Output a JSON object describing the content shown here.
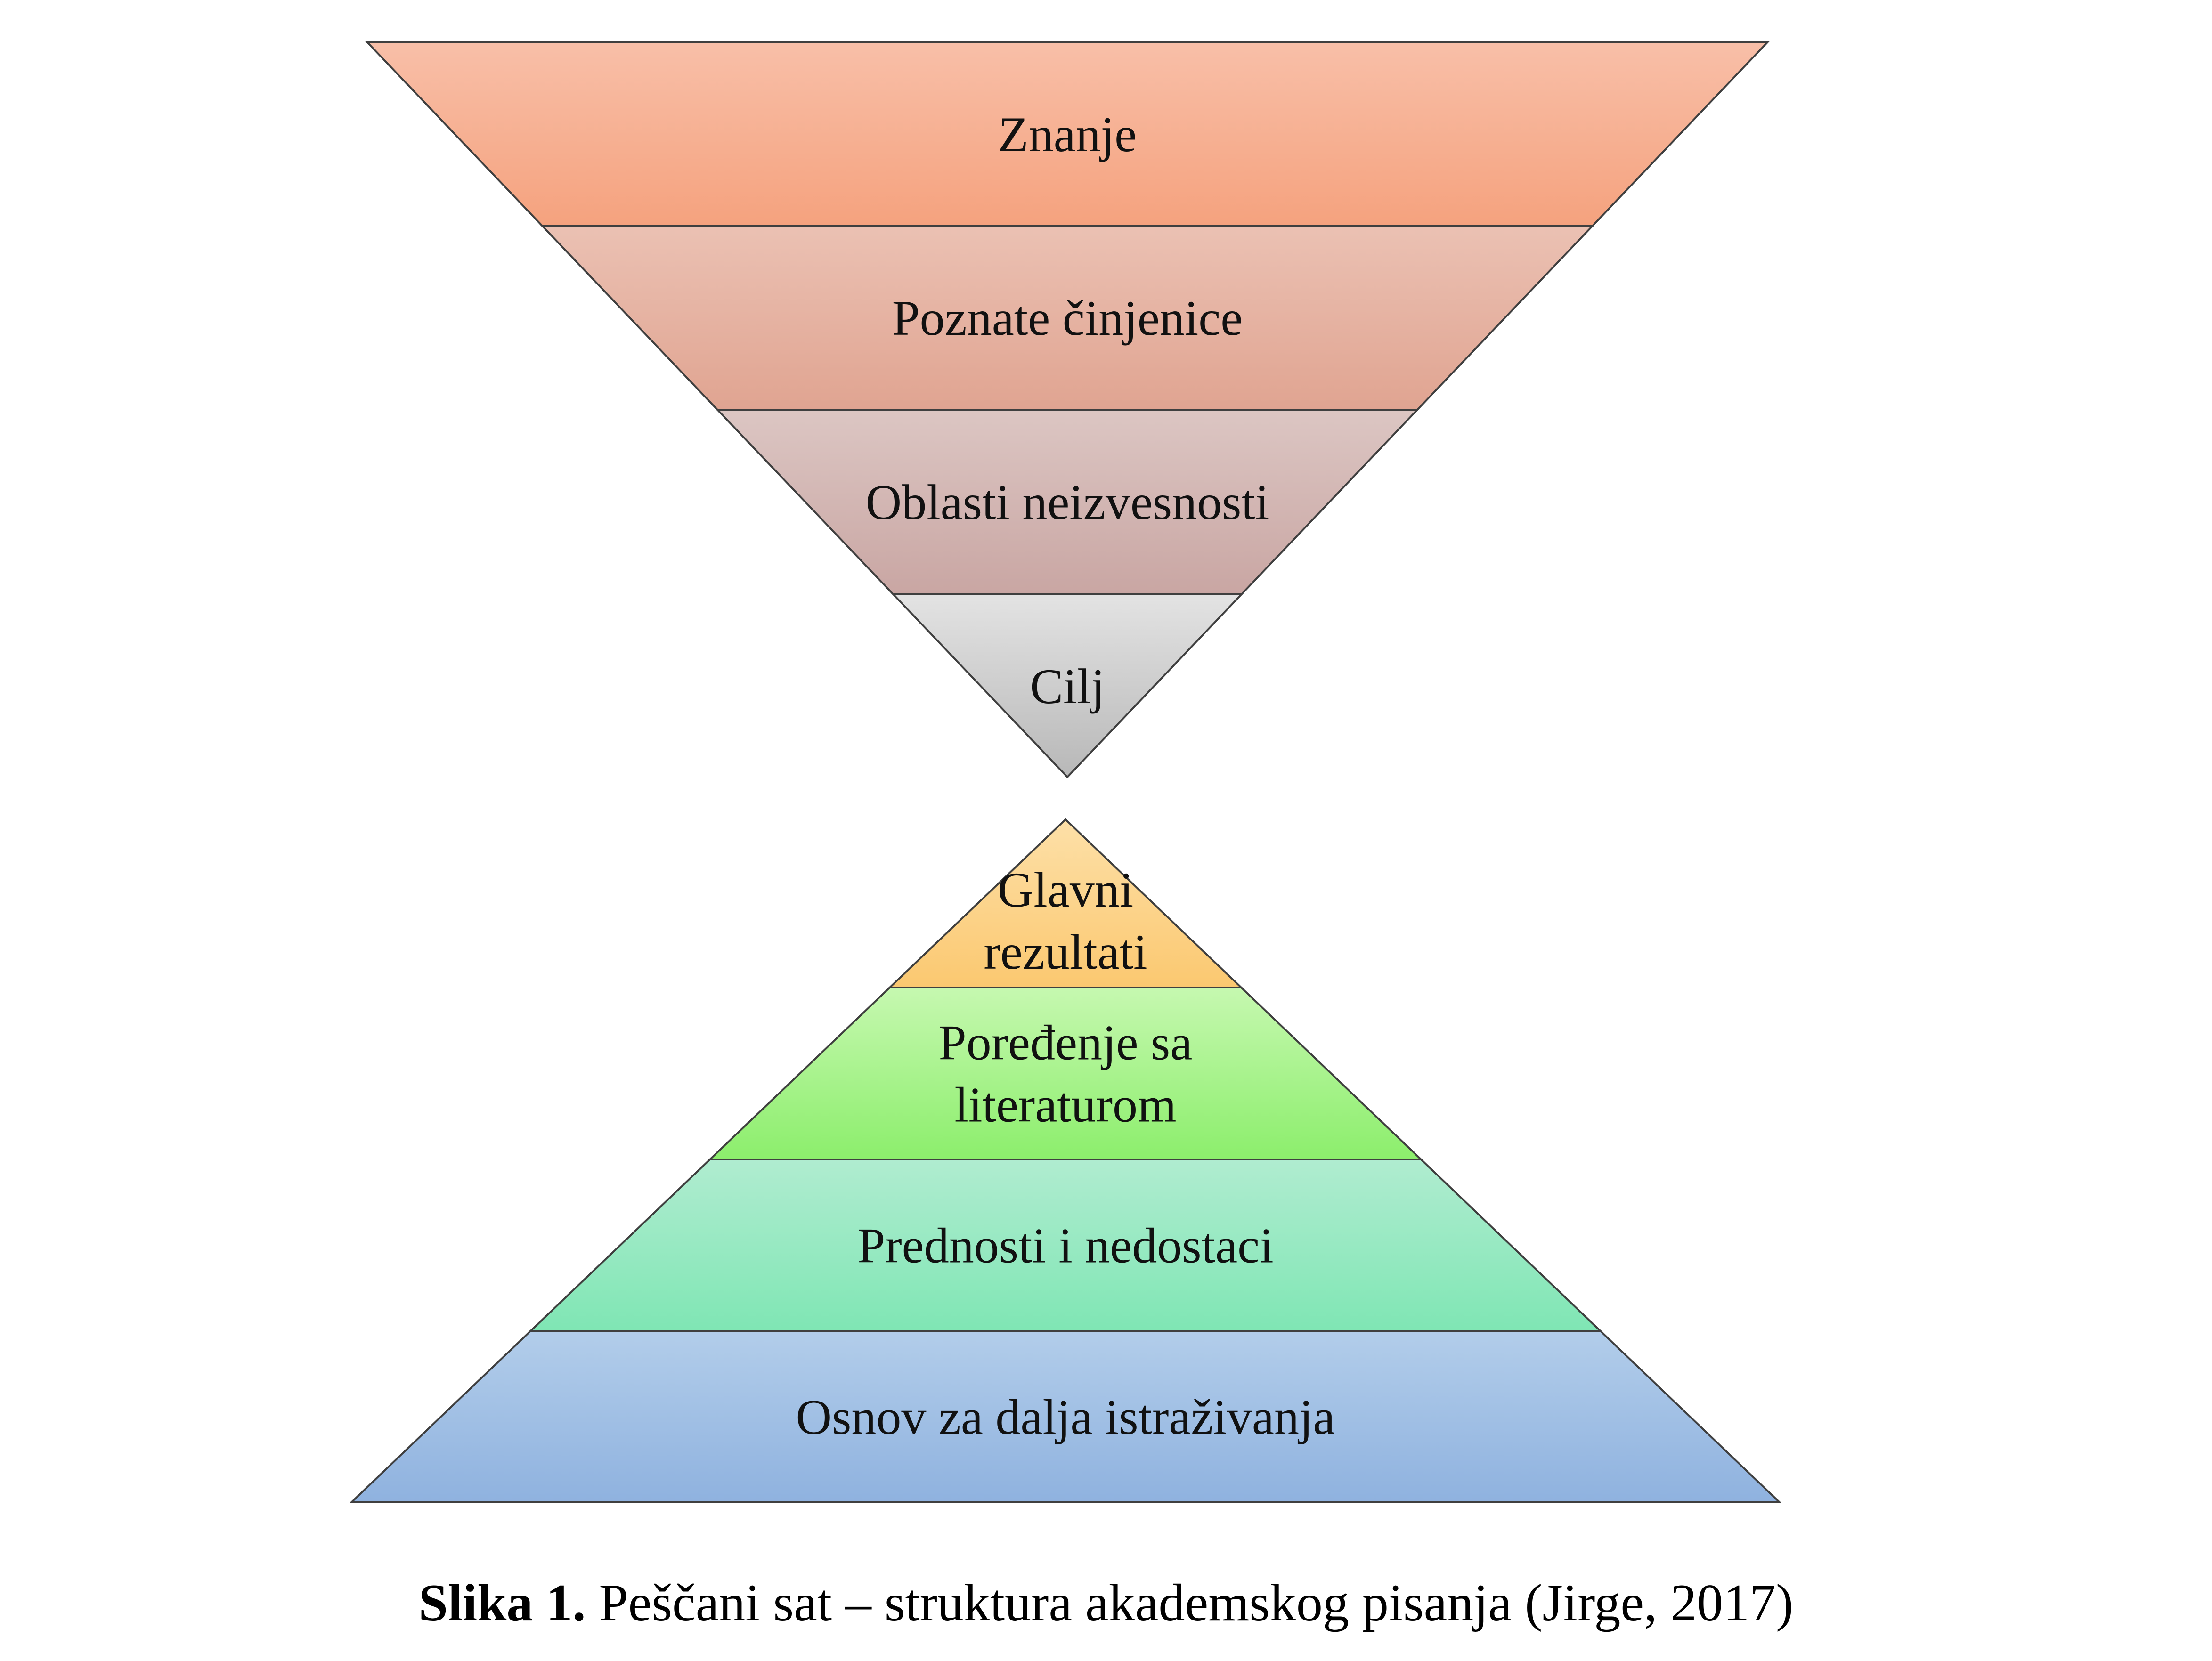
{
  "top_funnel": {
    "layers": [
      {
        "label": "Znanje",
        "lines": [
          "Znanje"
        ],
        "color_top": "#f8bfa8",
        "color_bottom": "#f5a27e"
      },
      {
        "label": "Poznate činjenice",
        "lines": [
          "Poznate činjenice"
        ],
        "color_top": "#ebc1b3",
        "color_bottom": "#e0a491"
      },
      {
        "label": "Oblasti neizvesnosti",
        "lines": [
          "Oblasti neizvesnosti"
        ],
        "color_top": "#dcc6c3",
        "color_bottom": "#c9a6a3"
      },
      {
        "label": "Cilj",
        "lines": [
          "Cilj"
        ],
        "color_top": "#e3e3e3",
        "color_bottom": "#b8b8b8"
      }
    ]
  },
  "bottom_pyramid": {
    "layers": [
      {
        "label": "Glavni rezultati",
        "lines": [
          "Glavni",
          "rezultati"
        ],
        "color_top": "#fde0a8",
        "color_bottom": "#fbc870"
      },
      {
        "label": "Poređenje sa literaturom",
        "lines": [
          "Poređenje sa",
          "literaturom"
        ],
        "color_top": "#c6f8b0",
        "color_bottom": "#8cee6c"
      },
      {
        "label": "Prednosti i nedostaci",
        "lines": [
          "Prednosti i nedostaci"
        ],
        "color_top": "#b0ecd0",
        "color_bottom": "#7fe6b4"
      },
      {
        "label": "Osnov za dalja istraživanja",
        "lines": [
          "Osnov za dalja istraživanja"
        ],
        "color_top": "#b2cdea",
        "color_bottom": "#8fb2df"
      }
    ]
  },
  "caption": {
    "bold": "Slika 1.",
    "text": " Peščani sat – struktura akademskog pisanja (Jirge, 2017)"
  },
  "outline_color": "#3f3f3f"
}
